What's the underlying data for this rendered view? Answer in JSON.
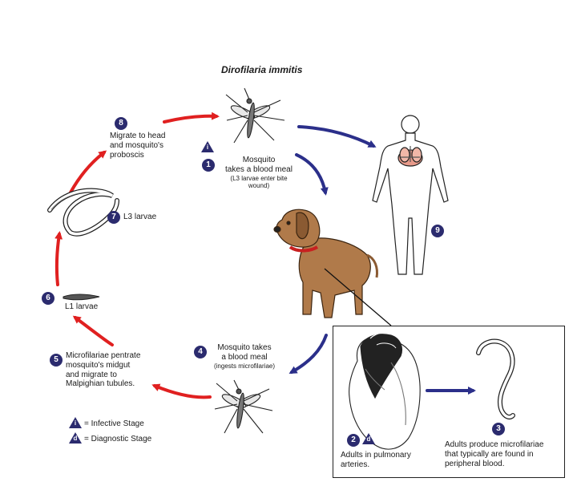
{
  "title": "Dirofilaria immitis",
  "stages": [
    {
      "num": "1",
      "text": [
        "Mosquito",
        "takes a blood meal"
      ],
      "note": "(L3 larvae enter bite wound)"
    },
    {
      "num": "2",
      "text": [
        "Adults in pulmonary",
        "arteries."
      ]
    },
    {
      "num": "3",
      "text": [
        "Adults produce microfilariae",
        "that typically are found in",
        "peripheral blood."
      ]
    },
    {
      "num": "4",
      "text": [
        "Mosquito takes",
        "a blood meal"
      ],
      "note": "(ingests microfilariae)"
    },
    {
      "num": "5",
      "text": [
        "Microfilariae pentrate",
        "mosquito's midgut",
        "and migrate to",
        "Malpighian tubules."
      ]
    },
    {
      "num": "6",
      "text": [
        "L1 larvae"
      ]
    },
    {
      "num": "7",
      "text": [
        "L3 larvae"
      ]
    },
    {
      "num": "8",
      "text": [
        "Migrate to head",
        "and mosquito's",
        "proboscis"
      ]
    },
    {
      "num": "9",
      "text": []
    }
  ],
  "legend": {
    "infective_symbol": "i",
    "infective_label": "= Infective Stage",
    "diagnostic_symbol": "d",
    "diagnostic_label": "= Diagnostic Stage"
  },
  "colors": {
    "host_arrows": "#2b2f8a",
    "vector_arrows": "#e02020",
    "badge": "#2b2b6e",
    "dog": "#b07a4a",
    "organs": "#e89a8a"
  }
}
